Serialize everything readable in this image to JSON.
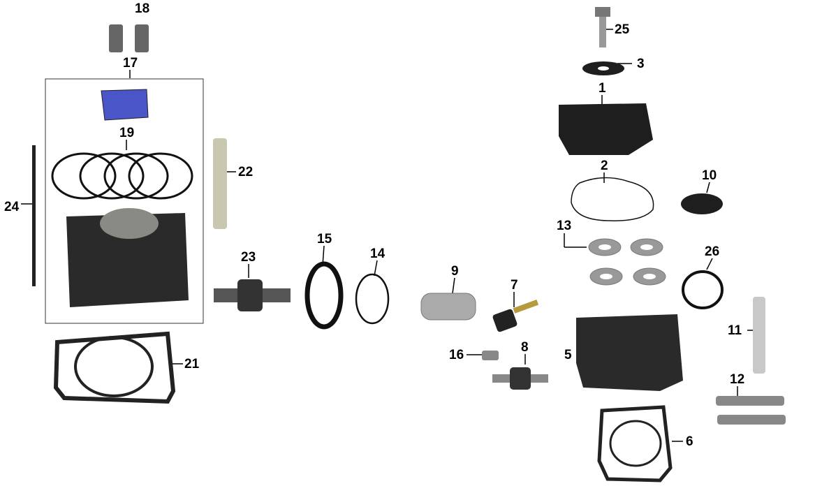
{
  "diagram": {
    "callouts": [
      {
        "id": "18",
        "text": "18"
      },
      {
        "id": "17",
        "text": "17"
      },
      {
        "id": "19",
        "text": "19"
      },
      {
        "id": "24",
        "text": "24"
      },
      {
        "id": "22",
        "text": "22"
      },
      {
        "id": "23",
        "text": "23"
      },
      {
        "id": "15",
        "text": "15"
      },
      {
        "id": "14",
        "text": "14"
      },
      {
        "id": "21",
        "text": "21"
      },
      {
        "id": "9",
        "text": "9"
      },
      {
        "id": "7",
        "text": "7"
      },
      {
        "id": "16",
        "text": "16"
      },
      {
        "id": "8",
        "text": "8"
      },
      {
        "id": "25",
        "text": "25"
      },
      {
        "id": "3",
        "text": "3"
      },
      {
        "id": "1",
        "text": "1"
      },
      {
        "id": "2",
        "text": "2"
      },
      {
        "id": "10",
        "text": "10"
      },
      {
        "id": "13",
        "text": "13"
      },
      {
        "id": "26",
        "text": "26"
      },
      {
        "id": "5",
        "text": "5"
      },
      {
        "id": "11",
        "text": "11"
      },
      {
        "id": "12",
        "text": "12"
      },
      {
        "id": "6",
        "text": "6"
      }
    ],
    "colors": {
      "piston": "#4a55c8",
      "metal": "#9a9a9a",
      "dark": "#1e1e1e",
      "callout": "#000000"
    }
  }
}
